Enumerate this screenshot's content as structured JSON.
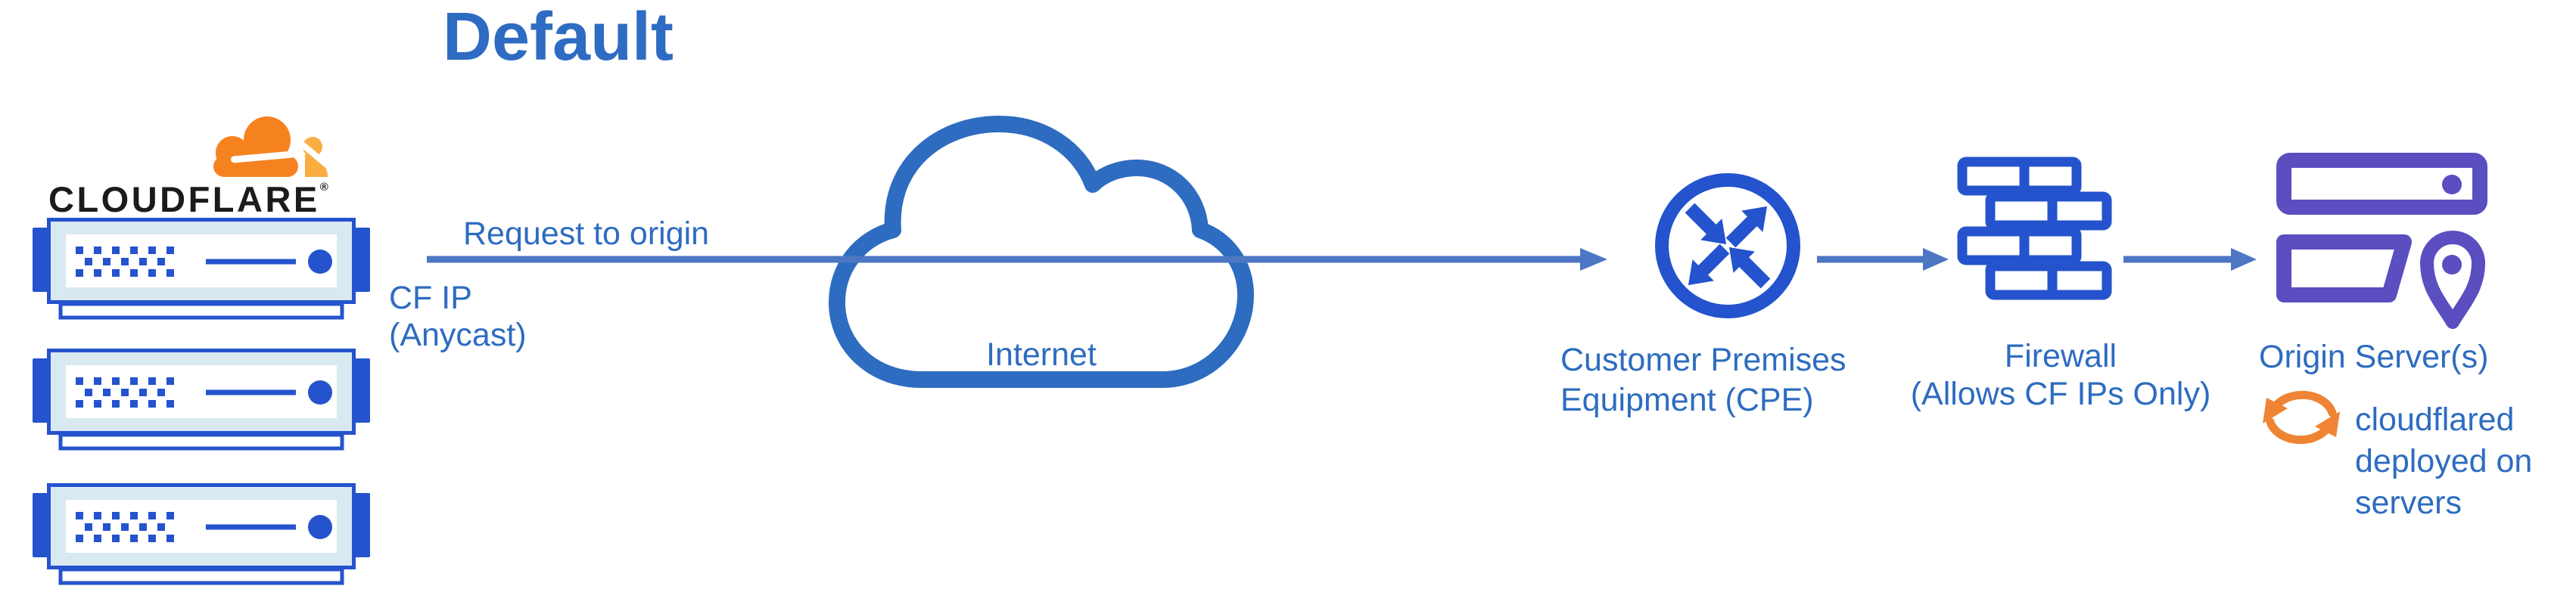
{
  "title": "Default",
  "colors": {
    "heading_blue": "#2e6bc2",
    "label_blue": "#2d6cc0",
    "icon_blue": "#2453cd",
    "connector_blue": "#4d76c3",
    "server_fill": "#d9e9f2",
    "origin_purple": "#5a4ec1",
    "cf_orange": "#f6821f",
    "cf_orange_light": "#fbad41",
    "sync_orange": "#ee8434",
    "wordmark_dark": "#1b1b1b"
  },
  "cloudflare": {
    "wordmark": "CLOUDFLARE",
    "registered": "®"
  },
  "flow": {
    "request_label": "Request to origin",
    "cf_ip_lines": [
      "CF IP",
      "(Anycast)"
    ]
  },
  "internet": {
    "label": "Internet"
  },
  "cpe": {
    "label_lines": [
      "Customer Premises",
      "Equipment (CPE)"
    ]
  },
  "firewall": {
    "label_lines": [
      "Firewall",
      "(Allows CF IPs Only)"
    ]
  },
  "origin": {
    "label": "Origin Server(s)",
    "note_lines": [
      "cloudflared",
      "deployed on",
      "servers"
    ]
  },
  "icons": {
    "cloudflare_logo": "cloudflare-cloud-logo",
    "server_rack": "server-rack",
    "internet_cloud": "cloud-outline",
    "cpe_router": "router-circle-with-arrows",
    "firewall": "brick-wall",
    "origin_servers": "server-stack-with-location-pin",
    "cloudflared_sync": "circular-sync-arrows",
    "connector": "right-arrow"
  }
}
